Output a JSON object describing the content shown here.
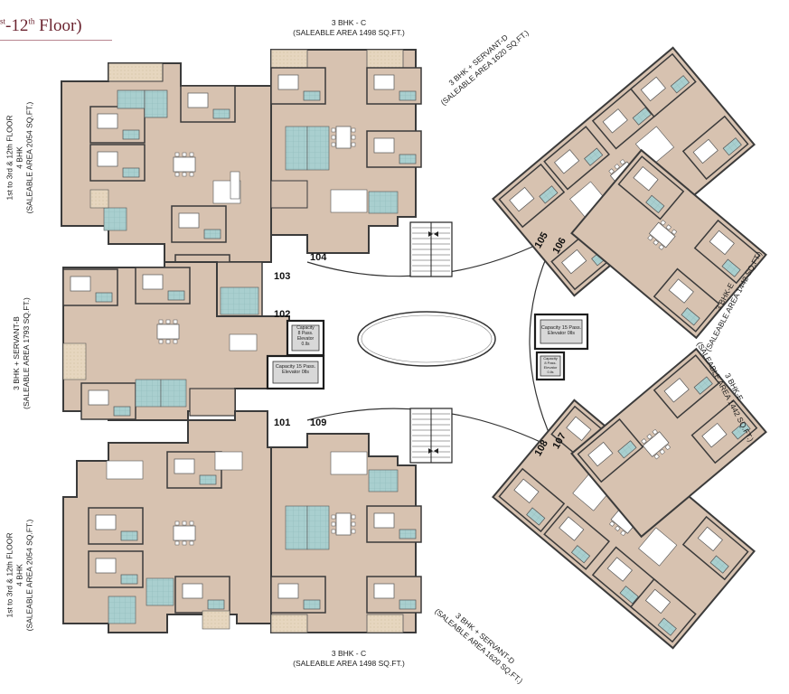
{
  "header": {
    "floor_prefix": "st",
    "floor_title": "-12",
    "floor_sup": "th",
    "floor_word": "Floor)"
  },
  "units": {
    "u101": "101",
    "u102": "102",
    "u103": "103",
    "u104": "104",
    "u105": "105",
    "u106": "106",
    "u107": "107",
    "u108": "108",
    "u109": "109"
  },
  "unit_types": {
    "top_c": {
      "line1": "3 BHK - C",
      "line2": "(SALEABLE AREA 1498 SQ.FT.)"
    },
    "bottom_c": {
      "line1": "3 BHK - C",
      "line2": "(SALEABLE AREA 1498 SQ.FT.)"
    },
    "left_top_4bhk": {
      "line1": "1st to 3rd & 12th FLOOR",
      "line2": "4 BHK",
      "line3": "(SALEABLE AREA 2054 SQ.FT.)"
    },
    "left_mid_b": {
      "line1": "3 BHK + SERVANT-B",
      "line2": "(SALEABLE AREA 1793 SQ.FT.)"
    },
    "left_bottom_4bhk": {
      "line1": "1st to 3rd & 12th FLOOR",
      "line2": "4 BHK",
      "line3": "(SALEABLE AREA 2054 SQ.FT.)"
    },
    "right_top_d": {
      "line1": "3 BHK + SERVANT-D",
      "line2": "(SALEABLE AREA 1620 SQ.FT.)"
    },
    "right_mid_e1": {
      "line1": "3 BHK-E",
      "line2": "(SALEABLE AREA 1442 SQ.FT.)"
    },
    "right_mid_e2": {
      "line1": "3 BHK-E",
      "line2": "(SALEABLE AREA 1442 SQ.FT.)"
    },
    "right_bottom_d": {
      "line1": "3 BHK + SERVANT-D",
      "line2": "(SALEABLE AREA 1620 SQ.FT.)"
    }
  },
  "lifts": {
    "left_big": {
      "line1": "Capacity 15 Pass.",
      "line2": "Elevator 0lls"
    },
    "left_small": {
      "line1": "Capacity",
      "line2": "8 Pass.",
      "line3": "Elevator",
      "line4": "0.lls"
    },
    "right_big": {
      "line1": "Capacity 15 Pass.",
      "line2": "Elevator 0lls"
    },
    "right_small": {
      "line1": "Capacity",
      "line2": "8 Pass.",
      "line3": "Elevator",
      "line4": "0.lls"
    }
  },
  "colors": {
    "floor": "#d7c2b0",
    "wall": "#3b3b3b",
    "wet": "#a9cfcf",
    "balcony": "#e9dcc8",
    "accent": "#6b2430"
  }
}
